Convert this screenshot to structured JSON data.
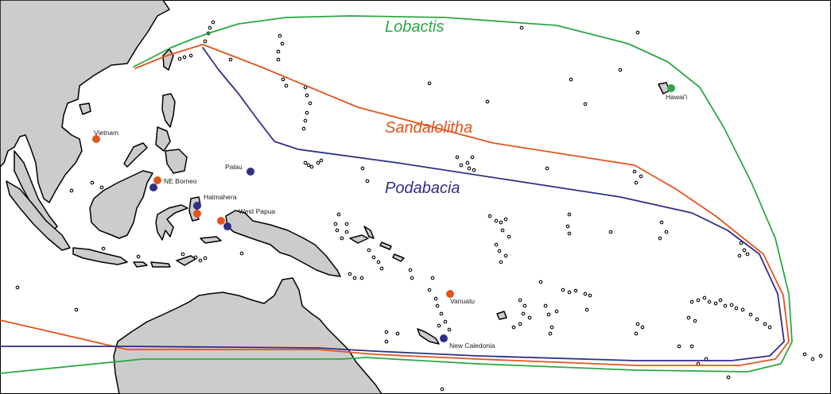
{
  "colors": {
    "lobactis": "#2ca842",
    "sandalolitha": "#e2541c",
    "podabacia": "#2e2f86",
    "land": "#cccccc",
    "frame": "#000000"
  },
  "ranges": {
    "lobactis": "Lobactis",
    "sandalolitha": "Sandalolitha",
    "podabacia": "Podabacia"
  },
  "places": {
    "vietnam": "Vietnam",
    "ne_borneo": "NE Borneo",
    "palau": "Palau",
    "halmahera": "Halmahera",
    "west_papua": "West Papua",
    "vanuatu": "Vanuatu",
    "new_caledonia": "New Caledonia",
    "hawaii": "Hawai'i"
  },
  "samples": [
    {
      "place": "Hawai'i",
      "genus": "Lobactis"
    },
    {
      "place": "Vietnam",
      "genus": "Sandalolitha"
    },
    {
      "place": "NE Borneo",
      "genus": "Sandalolitha"
    },
    {
      "place": "NE Borneo",
      "genus": "Podabacia"
    },
    {
      "place": "Palau",
      "genus": "Podabacia"
    },
    {
      "place": "Halmahera",
      "genus": "Podabacia"
    },
    {
      "place": "Halmahera",
      "genus": "Sandalolitha"
    },
    {
      "place": "West Papua",
      "genus": "Sandalolitha"
    },
    {
      "place": "West Papua",
      "genus": "Podabacia"
    },
    {
      "place": "Vanuatu",
      "genus": "Sandalolitha"
    },
    {
      "place": "New Caledonia",
      "genus": "Podabacia"
    }
  ]
}
